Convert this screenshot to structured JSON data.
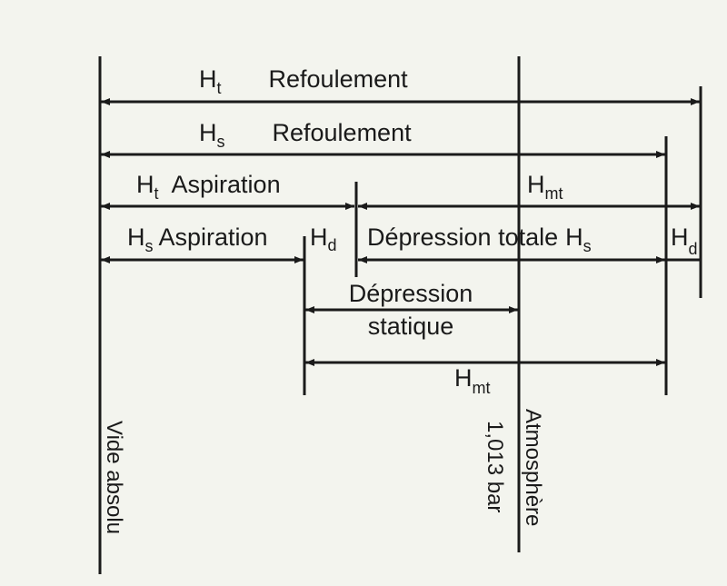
{
  "labels": {
    "ht_refoulement": {
      "symbol": "H",
      "sub": "t",
      "text": "Refoulement"
    },
    "hs_refoulement": {
      "symbol": "H",
      "sub": "s",
      "text": "Refoulement"
    },
    "ht_aspiration": {
      "symbol": "H",
      "sub": "t",
      "text": "Aspiration"
    },
    "hmt_top": {
      "symbol": "H",
      "sub": "mt"
    },
    "hs_aspiration": {
      "symbol": "H",
      "sub": "s",
      "text": "Aspiration"
    },
    "hd_left": {
      "symbol": "H",
      "sub": "d"
    },
    "depression_totale": {
      "text": "Dépression totale",
      "symbol": "H",
      "sub": "s"
    },
    "hd_right": {
      "symbol": "H",
      "sub": "d"
    },
    "depression_statique": {
      "line1": "Dépression",
      "line2": "statique"
    },
    "hmt_bottom": {
      "symbol": "H",
      "sub": "mt"
    },
    "vide_absolu": "Vide absolu",
    "pressure": "1,013 bar",
    "atmosphere": "Atmosphère"
  },
  "colors": {
    "ink": "#1a1a1a",
    "background": "#f3f4ee"
  }
}
